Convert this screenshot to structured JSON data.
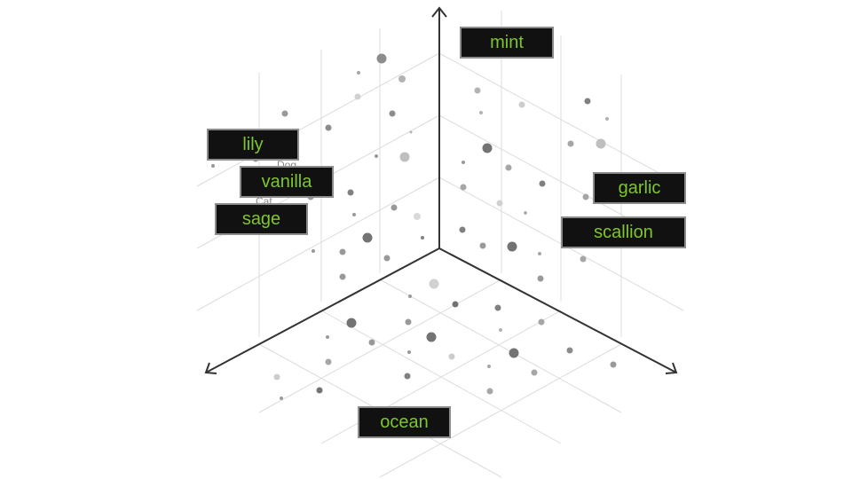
{
  "labels": {
    "mint": "mint",
    "lily": "lily",
    "vanilla": "vanilla",
    "sage": "sage",
    "garlic": "garlic",
    "scallion": "scallion",
    "ocean": "ocean"
  },
  "hidden_labels": {
    "dog": "Dog",
    "cat": "Cat"
  },
  "colors": {
    "label_background": "#111111",
    "label_text": "#7ec62e",
    "label_border": "#8c8c8c",
    "axis": "#333333",
    "grid": "#dcdcdc"
  }
}
